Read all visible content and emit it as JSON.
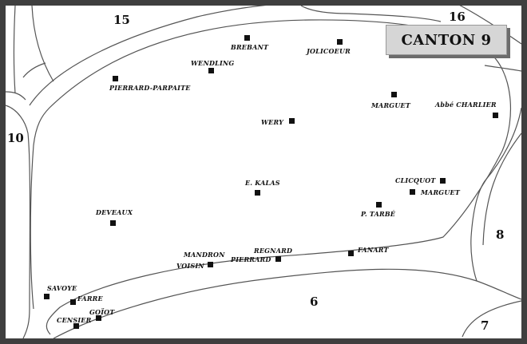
{
  "canton_title": "CANTON 9",
  "zones": [
    "15",
    "16",
    "10",
    "8",
    "6",
    "7"
  ],
  "graves": [
    "BREBANT",
    "JOLICOEUR",
    "WENDLING",
    "PIERRARD-PARPAITE",
    "MARGUET",
    "Abbé CHARLIER",
    "WERY",
    "CLICQUOT",
    "E. KALAS",
    "MARGUET",
    "P. TARBÉ",
    "DEVEAUX",
    "REGNARD",
    "FANART",
    "MANDRON",
    "PIERRARD",
    "VOISIN",
    "SAVOYE",
    "FARRE",
    "GOÏOT",
    "CENSIER"
  ],
  "colors": {
    "frame": "#3f3f3f",
    "paper": "#ffffff",
    "ink": "#111111",
    "badge": "#d6d6d6",
    "badge_shadow": "#6c6c6c"
  }
}
